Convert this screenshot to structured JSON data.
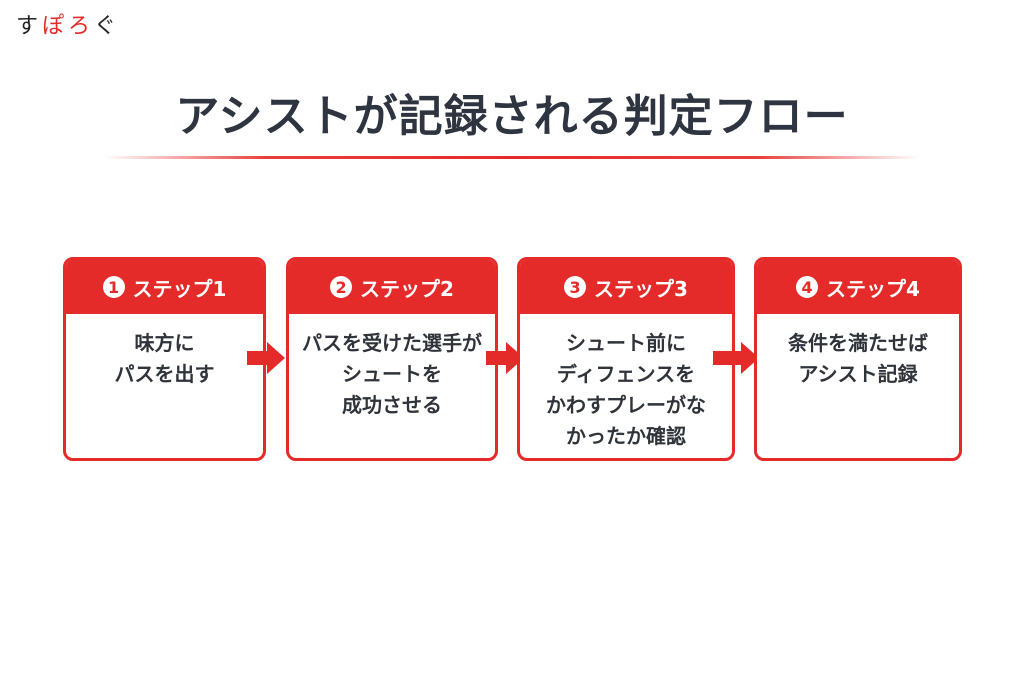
{
  "logo": {
    "part1": "す",
    "part2": "ぽろ",
    "part3": "ぐ"
  },
  "title": "アシストが記録される判定フロー",
  "colors": {
    "accent": "#e52a2a",
    "text": "#2e3540",
    "background": "#ffffff"
  },
  "steps": [
    {
      "number": "1",
      "label": "ステップ1",
      "body": "味方に\nパスを出す"
    },
    {
      "number": "2",
      "label": "ステップ2",
      "body": "パスを受けた選手が\nシュートを\n成功させる"
    },
    {
      "number": "3",
      "label": "ステップ3",
      "body": "シュート前に\nディフェンスを\nかわすプレーがな\nかったか確認"
    },
    {
      "number": "4",
      "label": "ステップ4",
      "body": "条件を満たせば\nアシスト記録"
    }
  ],
  "arrows": [
    {
      "icon": "arrow-right-icon"
    },
    {
      "icon": "arrow-right-icon"
    },
    {
      "icon": "arrow-right-icon"
    }
  ]
}
